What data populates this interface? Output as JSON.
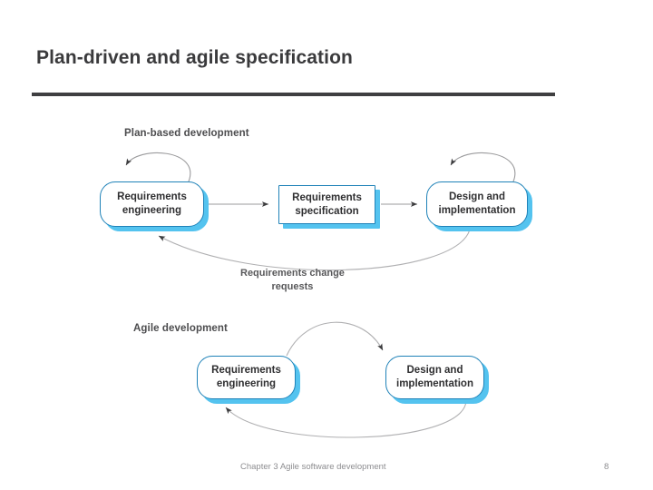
{
  "slide": {
    "title": "Plan-driven and agile specification"
  },
  "diagram": {
    "sections": {
      "plan": {
        "caption": "Plan-based development"
      },
      "agile": {
        "caption": "Agile development"
      }
    },
    "nodes": {
      "req_eng_top": {
        "line1": "Requirements",
        "line2": "engineering"
      },
      "req_spec": {
        "line1": "Requirements",
        "line2": "specification"
      },
      "design_top": {
        "line1": "Design and",
        "line2": "implementation"
      },
      "req_eng_bot": {
        "line1": "Requirements",
        "line2": "engineering"
      },
      "design_bot": {
        "line1": "Design and",
        "line2": "implementation"
      }
    },
    "edges": {
      "change_requests": {
        "line1": "Requirements change",
        "line2": "requests"
      }
    },
    "colors": {
      "node_border": "#1f82b8",
      "node_shadow": "#54c3ef",
      "arrow": "#8b8b8d",
      "text": "#2f2f31",
      "caption": "#4c4c4e"
    }
  },
  "footer": {
    "text": "Chapter 3 Agile software development",
    "page": "8"
  }
}
